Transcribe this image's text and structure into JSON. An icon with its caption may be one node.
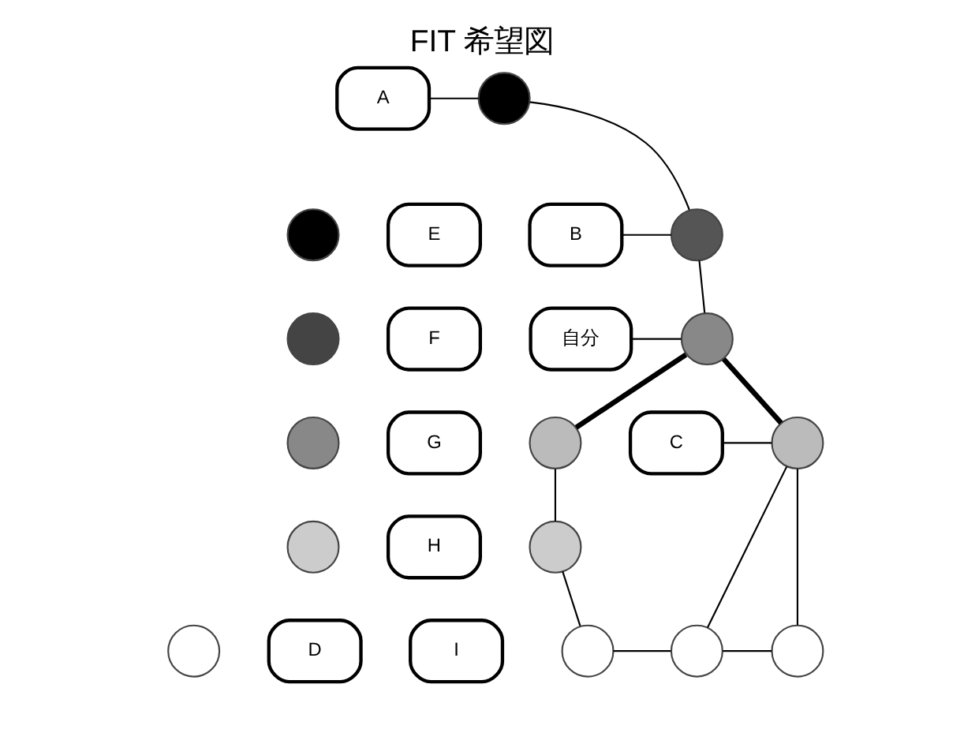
{
  "diagram": {
    "title": "FIT 希望図",
    "nodes": [
      {
        "text": [
          "A"
        ]
      },
      {
        "text": [],
        "shape": "circle"
      },
      {
        "text": [
          "B"
        ]
      },
      {
        "text": [],
        "shape": "circle"
      },
      {
        "text": [
          "自分"
        ]
      },
      {
        "text": [],
        "shape": "circle"
      },
      {
        "text": [],
        "shape": "circle"
      },
      {
        "text": [
          "C"
        ]
      },
      {
        "text": [],
        "shape": "circle"
      },
      {
        "text": [],
        "shape": "circle"
      },
      {
        "text": [],
        "shape": "circle"
      },
      {
        "text": [],
        "shape": "circle"
      },
      {
        "text": [],
        "shape": "circle"
      },
      {
        "text": [],
        "shape": "circle"
      },
      {
        "text": [],
        "shape": "circle"
      },
      {
        "text": [],
        "shape": "circle"
      },
      {
        "text": [],
        "shape": "circle"
      },
      {
        "text": [],
        "shape": "circle"
      },
      {
        "text": [
          "E"
        ]
      },
      {
        "text": [
          "F"
        ]
      },
      {
        "text": [
          "G"
        ]
      },
      {
        "text": [
          "H"
        ]
      },
      {
        "text": [
          "D"
        ]
      },
      {
        "text": [
          "I"
        ]
      }
    ],
    "edges": [
      {
        "from": 0,
        "to": 1,
        "arrow": "none"
      },
      {
        "from": 1,
        "to": 3,
        "arrow": "none"
      },
      {
        "from": 2,
        "to": 3,
        "arrow": "none"
      },
      {
        "from": 3,
        "to": 5,
        "arrow": "none"
      },
      {
        "from": 4,
        "to": 5,
        "arrow": "none"
      },
      {
        "from": 5,
        "to": 6,
        "arrow": "none",
        "style": "thick"
      },
      {
        "from": 5,
        "to": 8,
        "arrow": "none",
        "style": "thick"
      },
      {
        "from": 7,
        "to": 8,
        "arrow": "none"
      },
      {
        "from": 6,
        "to": 9,
        "arrow": "none"
      },
      {
        "from": 9,
        "to": 10,
        "arrow": "none"
      },
      {
        "from": 10,
        "to": 11,
        "arrow": "none"
      },
      {
        "from": 11,
        "to": 12,
        "arrow": "none"
      },
      {
        "from": 8,
        "to": 11,
        "arrow": "none"
      },
      {
        "from": 8,
        "to": 12,
        "arrow": "none"
      }
    ]
  }
}
